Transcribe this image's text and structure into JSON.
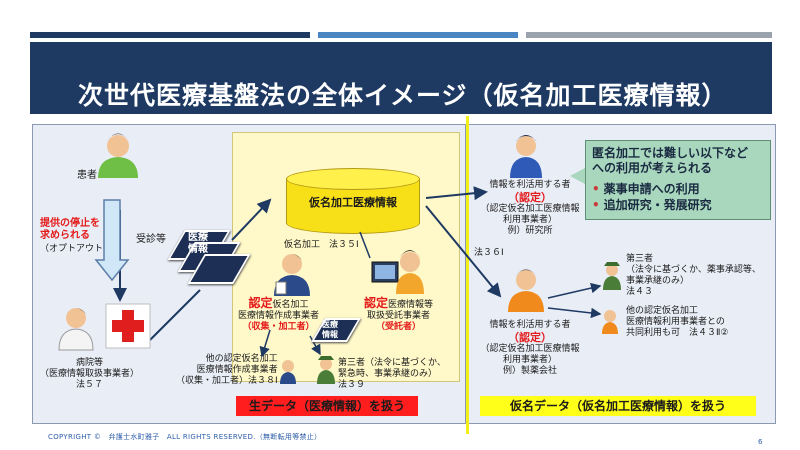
{
  "title": "次世代医療基盤法の全体イメージ（仮名加工医療情報）",
  "database_label": "仮名加工医療情報",
  "patient": "患者",
  "opt_out": {
    "line1": "提供の停止を",
    "line2": "求められる",
    "line3": "（オプトアウト）"
  },
  "visit": "受診等",
  "card_medical": {
    "line1": "医療",
    "line2": "情報"
  },
  "card_medical_small": {
    "line1": "医療",
    "line2": "情報"
  },
  "hospital": {
    "line1": "病院等",
    "line2": "（医療情報取扱事業者）",
    "line3": "法５７"
  },
  "pseudonym_process": "仮名加工　法３５Ⅰ",
  "creator": {
    "nintei": "認定",
    "line1": "仮名加工",
    "line2": "医療情報作成事業者",
    "line3": "（収集・加工者）"
  },
  "receiver": {
    "nintei": "認定",
    "line1": "医療情報等",
    "line2": "取扱受託事業者",
    "line3": "（受託者）"
  },
  "other_creator": {
    "line1": "他の認定仮名加工",
    "line2": "医療情報作成事業者",
    "line3": "（収集・加工者）法３８Ⅰ"
  },
  "third_party_left": {
    "line1": "第三者（法令に基づくか、",
    "line2": "緊急時、事業承継のみ）",
    "line3": "法３９"
  },
  "raw_data": "生データ（医療情報）を扱う",
  "anon_data": "仮名データ（仮名加工医療情報）を扱う",
  "user_research": {
    "line1": "情報を利活用する者",
    "nintei": "（認定）",
    "line2": "（認定仮名加工医療情報",
    "line3": "利用事業者）",
    "line4": "例）研究所"
  },
  "user_pharma": {
    "line1": "情報を利活用する者",
    "nintei": "（認定）",
    "line2": "（認定仮名加工医療情報",
    "line3": "利用事業者）",
    "line4": "例）製薬会社"
  },
  "law36": "法３６Ⅰ",
  "callout": {
    "line1": "匿名加工では難しい以下など",
    "line2": "への利用が考えられる",
    "items": [
      "薬事申請への利用",
      "追加研究・発展研究"
    ]
  },
  "third_party_right": {
    "line1": "第三者",
    "line2": "（法令に基づくか、薬事承認等、",
    "line3": "事業承継のみ）",
    "line4": "法４３"
  },
  "other_user": {
    "line1": "他の認定仮名加工",
    "line2": "医療情報利用事業者との",
    "line3": "共同利用も可　法４３Ⅱ②"
  },
  "footer": "COPYRIGHT ©　弁護士水町雅子　ALL RIGHTS RESERVED.（無断転用等禁止）",
  "page_number": "6",
  "colors": {
    "navy": "#1e3a63",
    "red": "#e41b1b",
    "yellow": "#ffff1a",
    "green": "#a8d7be"
  }
}
